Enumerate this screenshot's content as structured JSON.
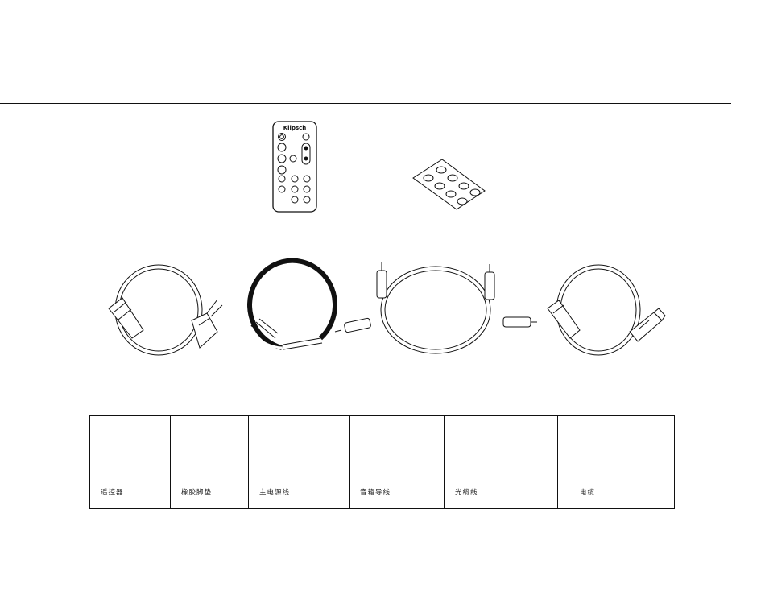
{
  "remote": {
    "brand": "Klipsch"
  },
  "accessories": {
    "items": [
      {
        "label": "遥控器"
      },
      {
        "label": "橡胶脚垫"
      },
      {
        "label": "主电源线"
      },
      {
        "label": "音箱导线"
      },
      {
        "label": "光缆线"
      },
      {
        "label": "电缆"
      }
    ]
  }
}
